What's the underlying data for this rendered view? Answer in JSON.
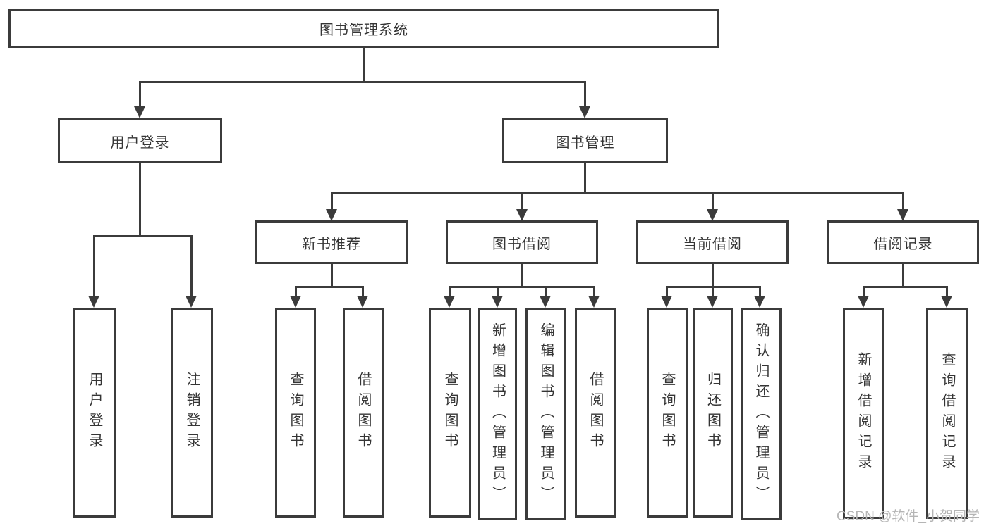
{
  "title": {
    "label": "图书管理系统"
  },
  "branches": [
    {
      "label": "用户登录",
      "children": [
        {
          "label": "用户登录"
        },
        {
          "label": "注销登录"
        }
      ]
    },
    {
      "label": "图书管理",
      "children": [
        {
          "label": "新书推荐",
          "children": [
            {
              "label": "查询图书"
            },
            {
              "label": "借阅图书"
            }
          ]
        },
        {
          "label": "图书借阅",
          "children": [
            {
              "label": "查询图书"
            },
            {
              "label": "新增图书（管理员）"
            },
            {
              "label": "编辑图书（管理员）"
            },
            {
              "label": "借阅图书"
            }
          ]
        },
        {
          "label": "当前借阅",
          "children": [
            {
              "label": "查询图书"
            },
            {
              "label": "归还图书"
            },
            {
              "label": "确认归还（管理员）"
            }
          ]
        },
        {
          "label": "借阅记录",
          "children": [
            {
              "label": "新增借阅记录"
            },
            {
              "label": "查询借阅记录"
            }
          ]
        }
      ]
    }
  ],
  "watermark": {
    "text": "CSDN @软件_小贺同学"
  },
  "colors": {
    "line": "#3b3b3b",
    "text": "#353535",
    "box_background": "#ffffff",
    "page_background": "#ffffff",
    "watermark": "#b5b5b5"
  }
}
